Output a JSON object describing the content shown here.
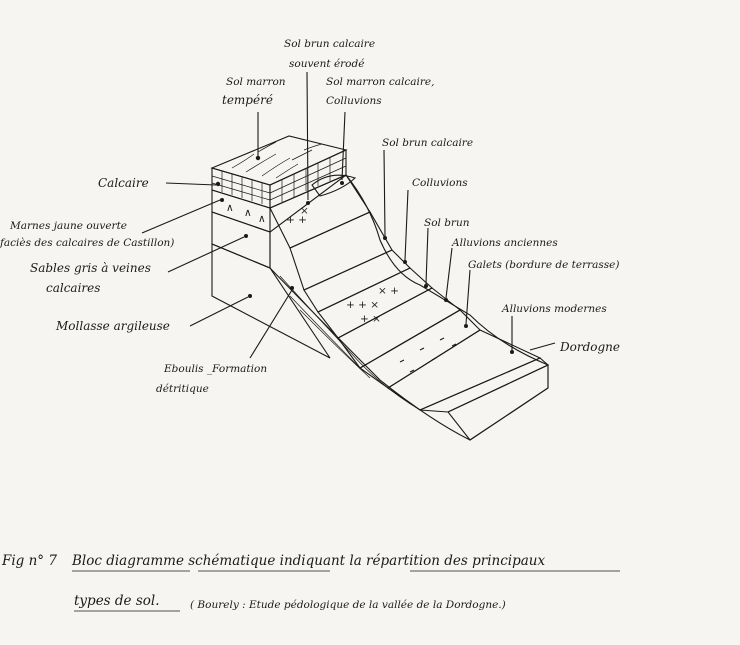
{
  "figure": {
    "labels": {
      "sol_brun_calcaire_top_1": "Sol brun calcaire",
      "sol_brun_calcaire_top_2": "souvent érodé",
      "sol_marron_tempere_1": "Sol marron",
      "sol_marron_tempere_2": "tempéré",
      "sol_marron_calcaire_1": "Sol marron calcaire,",
      "sol_marron_calcaire_2": "Colluvions",
      "sol_brun_calcaire": "Sol brun calcaire",
      "calcaire": "Calcaire",
      "colluvions": "Colluvions",
      "marnes_1": "Marnes jaune ouverte",
      "marnes_2": "faciès des calcaires de Castillon)",
      "sol_brun": "Sol brun",
      "alluvions_anciennes": "Alluvions anciennes",
      "sables_1": "Sables gris à veines",
      "sables_2": "calcaires",
      "galets": "Galets (bordure de terrasse)",
      "alluvions_modernes": "Alluvions modernes",
      "mollasse": "Mollasse argileuse",
      "dordogne": "Dordogne",
      "eboulis_1": "Eboulis _Formation",
      "eboulis_2": "détritique"
    },
    "caption": {
      "fig_num": "Fig n° 7",
      "line1": "Bloc diagramme schématique indiquant la répartition des principaux",
      "line2": "types de sol.",
      "source": "( Bourely : Etude pédologique de la vallée de la Dordogne.)"
    }
  }
}
